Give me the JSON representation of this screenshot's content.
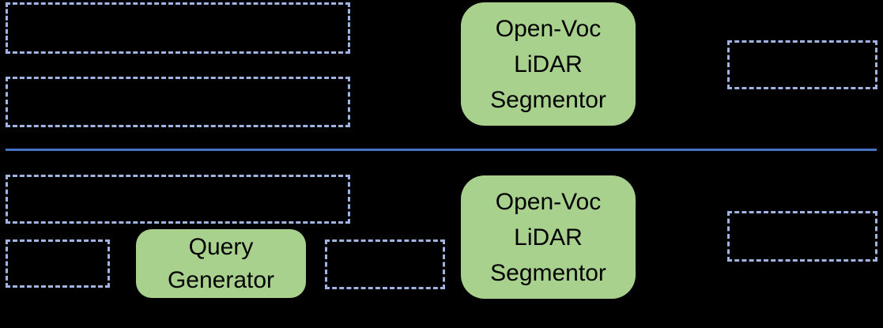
{
  "colors": {
    "background": "#000000",
    "dashed_box_border": "#9fb4e2",
    "green_box_fill": "#a9d18e",
    "divider_line": "#4472c4",
    "box_text": "#000000"
  },
  "training_row": {
    "segmentor_box": {
      "lines": [
        "Open-Voc",
        "LiDAR",
        "Segmentor"
      ]
    }
  },
  "inference_row": {
    "query_generator_box": {
      "lines": [
        "Query",
        "Generator"
      ]
    },
    "segmentor_box": {
      "lines": [
        "Open-Voc",
        "LiDAR",
        "Segmentor"
      ]
    }
  }
}
